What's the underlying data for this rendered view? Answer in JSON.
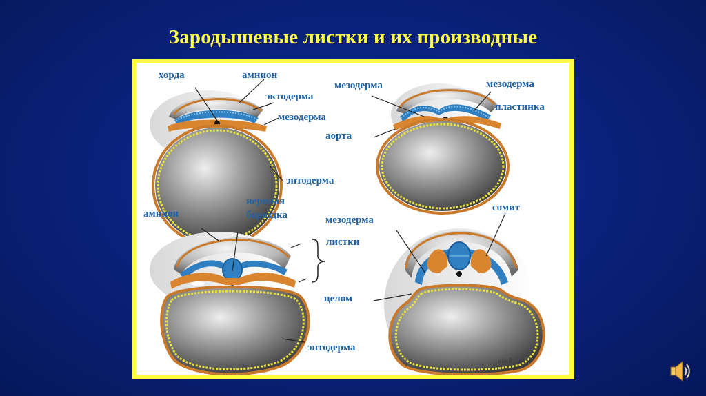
{
  "slide": {
    "title": "Зародышевые листки и их производные"
  },
  "colors": {
    "frame": "#ffff40",
    "title": "#ffff4d",
    "labels": "#1f63a8",
    "ectoderm": "#2f7fc1",
    "mesoderm": "#d9842e",
    "endoderm": "#e8e23a"
  },
  "figure": {
    "labels": {
      "a1": "хорда",
      "a2": "амнион",
      "a3": "эктодерма",
      "a4": "мезодерма",
      "a5": "энтодерма",
      "b1": "мезодерма",
      "b2": "мезодерма",
      "b3": "пластинка",
      "b4": "аорта",
      "c1": "амнион",
      "c2": "нервная",
      "c3": "бороздка",
      "c4": "листки",
      "c5": "энтодерма",
      "d1": "мезодерма",
      "d2": "сомит",
      "d3": "целом",
      "sig": "alo-R"
    }
  },
  "icons": {
    "sound": "speaker-icon"
  }
}
